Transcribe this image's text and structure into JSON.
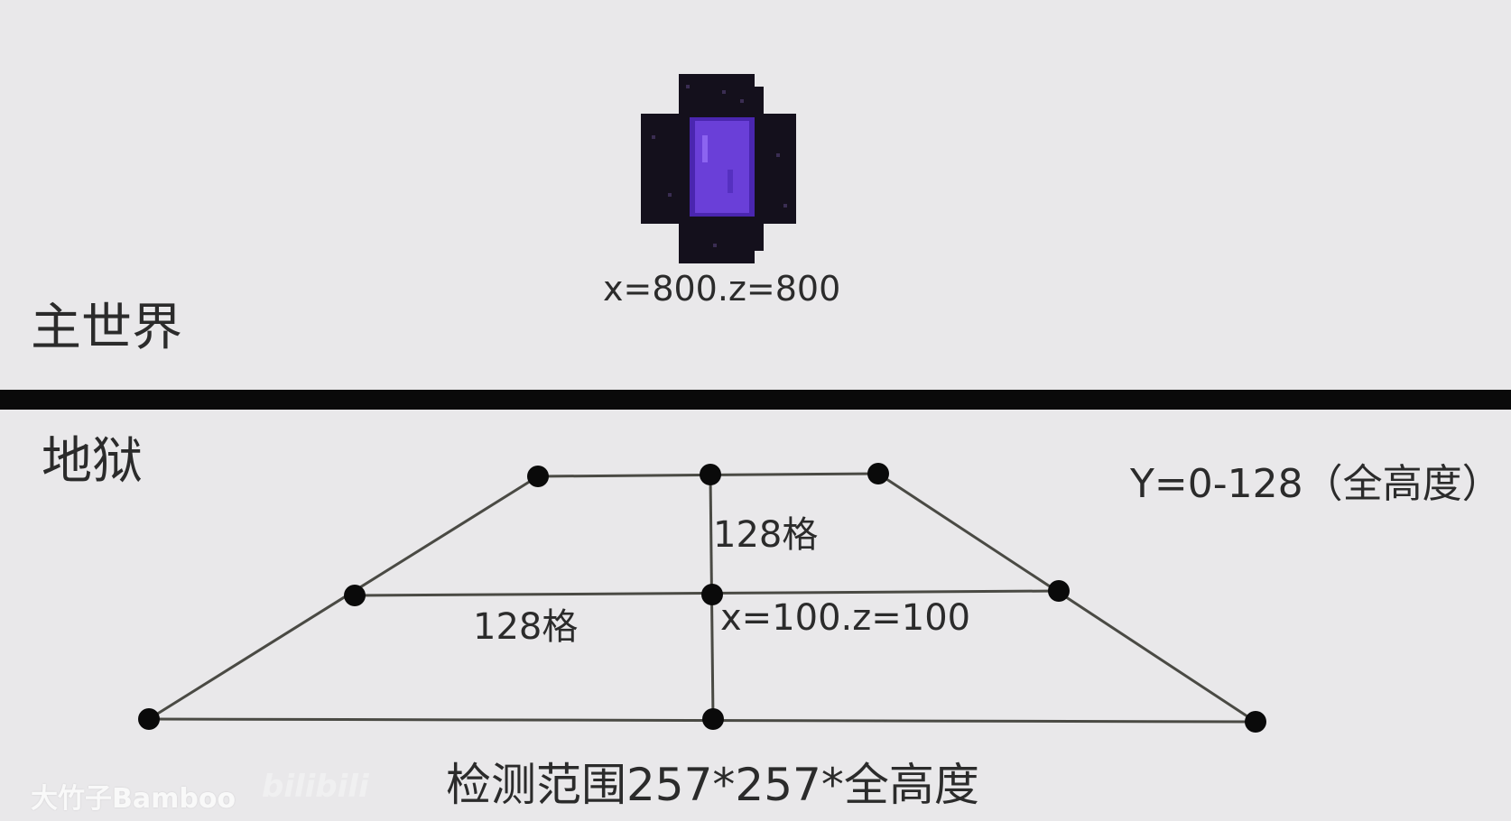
{
  "overworld": {
    "label": "主世界",
    "portal_coord": "x=800.z=800"
  },
  "nether": {
    "label": "地狱",
    "y_range": "Y=0-128（全高度）",
    "dist_vertical": "128格",
    "dist_horizontal": "128格",
    "center_coord": "x=100.z=100",
    "range_caption": "检测范围257*257*全高度"
  },
  "watermark": {
    "author": "大竹子Bamboo",
    "logo": "bilibili"
  },
  "colors": {
    "background": "#e9e8ea",
    "divider": "#0a0a0a",
    "obsidian": "#14101c",
    "portal": "#6a3fd8",
    "line": "#4a4a44",
    "dot": "#0a0a0a"
  },
  "icons": {
    "portal": "nether-portal-icon"
  }
}
